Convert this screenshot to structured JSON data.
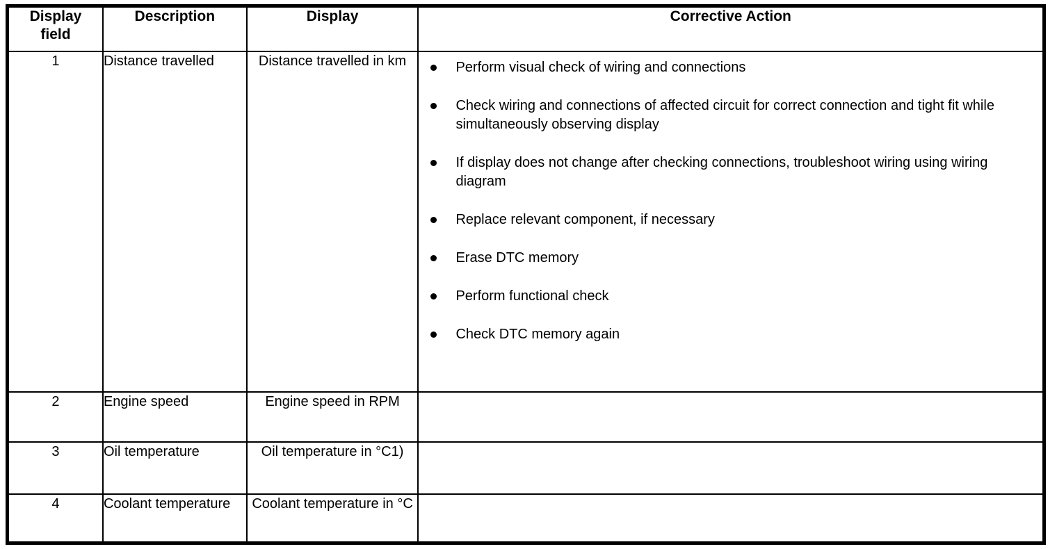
{
  "table": {
    "columns": [
      {
        "id": "display-field",
        "label": "Display\nfield",
        "label_line1": "Display",
        "label_line2": "field"
      },
      {
        "id": "description",
        "label": "Description"
      },
      {
        "id": "display",
        "label": "Display"
      },
      {
        "id": "corrective-action",
        "label": "Corrective Action"
      }
    ],
    "headers": {
      "display_field_line1": "Display",
      "display_field_line2": "field",
      "description": "Description",
      "display": "Display",
      "corrective_action": "Corrective Action"
    },
    "rows": [
      {
        "field": "1",
        "description": "Distance travelled",
        "display": "Distance travelled in km",
        "corrective_action": [
          "Perform visual check of wiring and connections",
          "Check wiring and connections of affected circuit for correct connection and tight fit while simultaneously observing display",
          "If display does not change after checking connections, troubleshoot wiring using wiring diagram",
          "Replace relevant component, if necessary",
          "Erase DTC memory",
          "Perform functional check",
          "Check DTC memory again"
        ]
      },
      {
        "field": "2",
        "description": "Engine speed",
        "display": "Engine speed in RPM",
        "corrective_action": []
      },
      {
        "field": "3",
        "description": "Oil temperature",
        "display": "Oil temperature in °C1)",
        "corrective_action": []
      },
      {
        "field": "4",
        "description": "Coolant temperature",
        "display": "Coolant temperature in °C",
        "corrective_action": []
      }
    ]
  },
  "colors": {
    "border": "#000000",
    "text": "#000000",
    "background": "#ffffff"
  }
}
